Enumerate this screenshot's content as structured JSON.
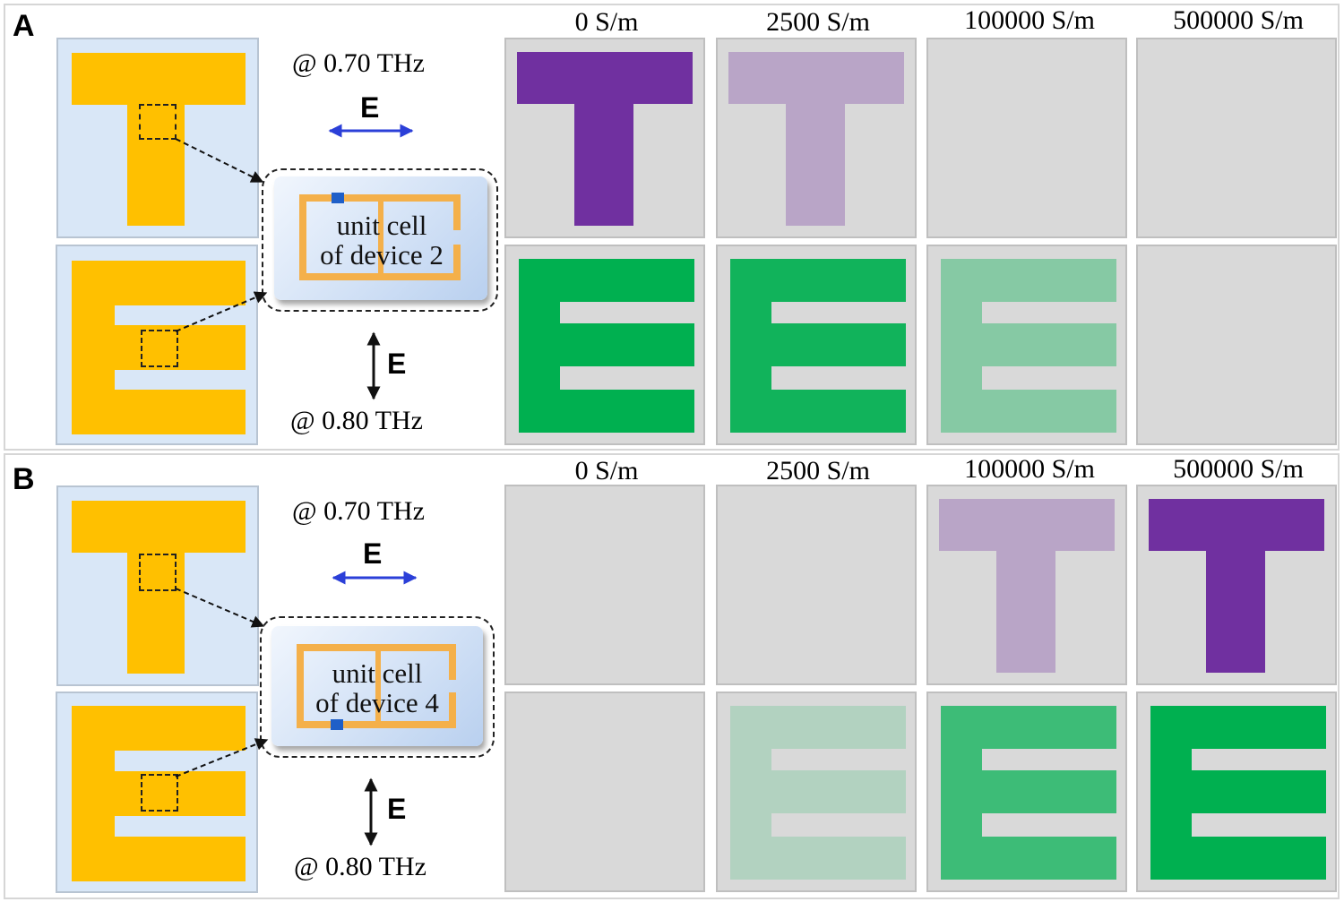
{
  "panels": [
    {
      "label": "A",
      "conductivities": [
        "0 S/m",
        "2500 S/m",
        "100000 S/m",
        "500000 S/m"
      ],
      "freq_top": "@ 0.70 THz",
      "freq_bottom": "@ 0.80 THz",
      "field_label_top": "E",
      "field_label_bottom": "E",
      "unit_cell_text": [
        "unit cell",
        "of device 2"
      ],
      "t_row_opacity": [
        1.0,
        0.3,
        0.0,
        0.0
      ],
      "e_row_opacity": [
        1.0,
        0.92,
        0.38,
        0.0
      ]
    },
    {
      "label": "B",
      "conductivities": [
        "0 S/m",
        "2500 S/m",
        "100000 S/m",
        "500000 S/m"
      ],
      "freq_top": "@ 0.70 THz",
      "freq_bottom": "@ 0.80 THz",
      "field_label_top": "E",
      "field_label_bottom": "E",
      "unit_cell_text": [
        "unit cell",
        "of device 4"
      ],
      "t_row_opacity": [
        0.0,
        0.0,
        0.3,
        1.0
      ],
      "e_row_opacity": [
        0.0,
        0.18,
        0.72,
        1.0
      ]
    }
  ],
  "colors": {
    "metal_gold": "#ffc000",
    "cell_bg": "#d9e7f7",
    "result_bg": "#d9d9d9",
    "t_purple": "#7030a0",
    "e_green": "#00b050",
    "arrow_blue": "#2b3fd8",
    "gap_blue": "#1f5fc8"
  },
  "icons": [
    "double-arrow-horizontal-icon",
    "double-arrow-vertical-icon"
  ]
}
